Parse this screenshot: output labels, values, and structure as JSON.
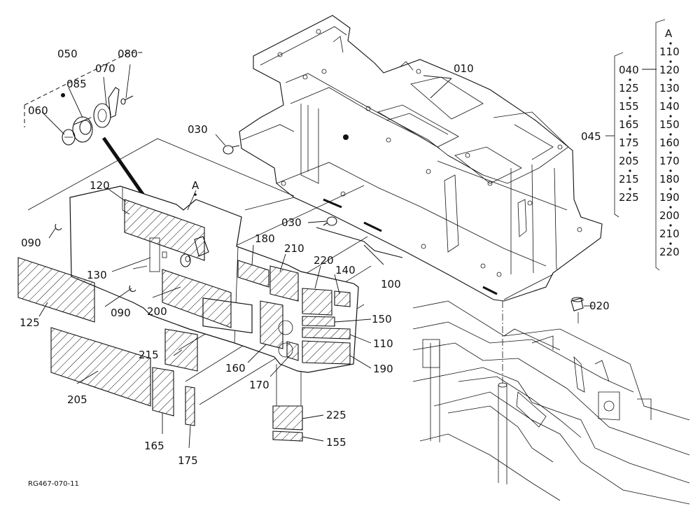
{
  "drawing_code": "RG467-070-11",
  "labels": {
    "p010": "010",
    "p020": "020",
    "p030a": "030",
    "p030b": "030",
    "p040": "040",
    "p045": "045",
    "p050": "050",
    "p060": "060",
    "p070": "070",
    "p080": "080",
    "p085": "085",
    "p090a": "090",
    "p090b": "090",
    "p100": "100",
    "p110": "110",
    "p120": "120",
    "p125": "125",
    "p130": "130",
    "p140": "140",
    "p150": "150",
    "p155": "155",
    "p160": "160",
    "p165": "165",
    "p170": "170",
    "p175": "175",
    "p180": "180",
    "p190": "190",
    "p200": "200",
    "p205": "205",
    "p210": "210",
    "p215": "215",
    "p220": "220",
    "p225": "225",
    "ref_a": "A"
  },
  "set_a": [
    "A",
    "110",
    "120",
    "130",
    "140",
    "150",
    "160",
    "170",
    "180",
    "190",
    "200",
    "210",
    "220"
  ],
  "set_040": [
    "040",
    "125",
    "155",
    "165",
    "175",
    "205",
    "215",
    "225"
  ]
}
